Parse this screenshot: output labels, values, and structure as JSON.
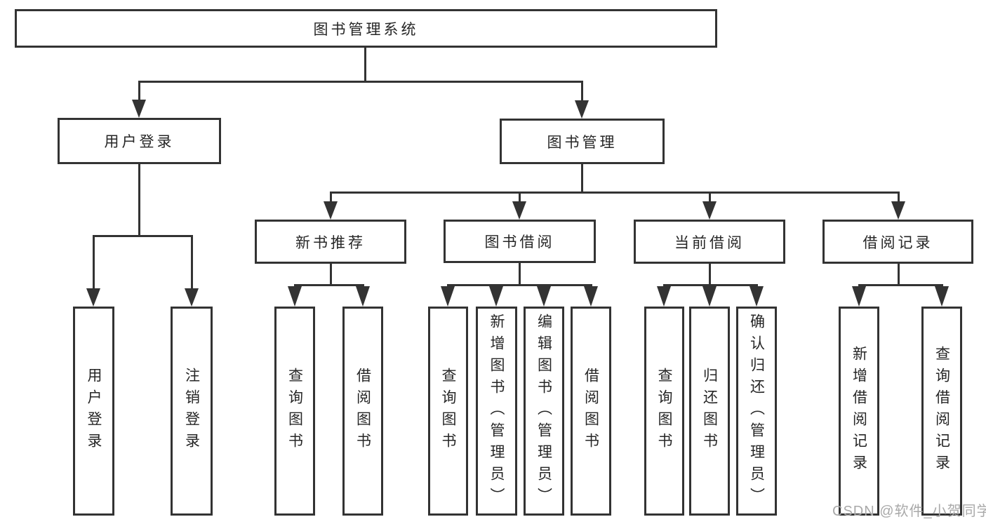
{
  "diagram": {
    "title": "图书管理系统",
    "level2": [
      "用户登录",
      "图书管理"
    ],
    "level3": [
      "新书推荐",
      "图书借阅",
      "当前借阅",
      "借阅记录"
    ],
    "leaves": {
      "user_login": [
        "用户登录",
        "注销登录"
      ],
      "new_book_recommend": [
        "查询图书",
        "借阅图书"
      ],
      "book_borrow": [
        "查询图书",
        "新增图书（管理员）",
        "编辑图书（管理员）",
        "借阅图书"
      ],
      "current_borrow": [
        "查询图书",
        "归还图书",
        "确认归还（管理员）"
      ],
      "borrow_record": [
        "新增借阅记录",
        "查询借阅记录"
      ]
    }
  },
  "watermark": "CSDN @软件_小贺同学",
  "colors": {
    "line": "#333333",
    "text": "#262626",
    "watermark": "#a9a9a9",
    "background": "#ffffff"
  }
}
